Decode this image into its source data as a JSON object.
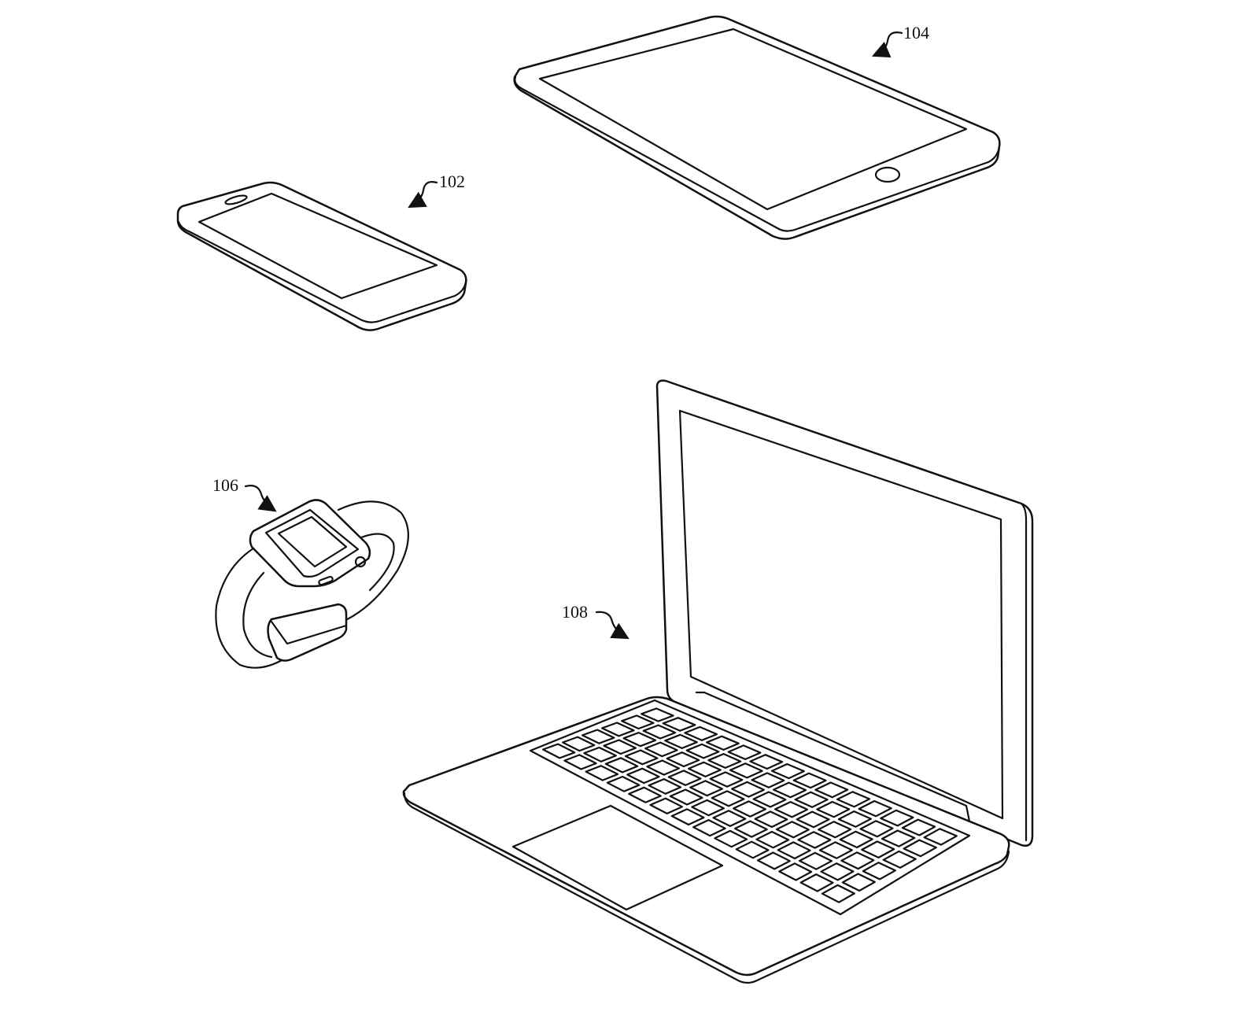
{
  "figure": {
    "devices": [
      {
        "id": "phone",
        "label": "102"
      },
      {
        "id": "tablet",
        "label": "104"
      },
      {
        "id": "watch",
        "label": "106"
      },
      {
        "id": "laptop",
        "label": "108"
      }
    ]
  }
}
